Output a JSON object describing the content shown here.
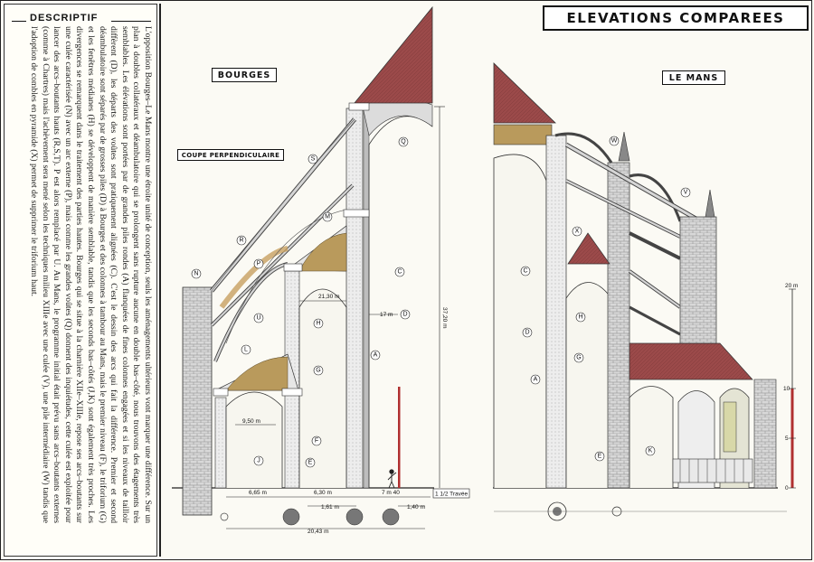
{
  "descriptif": {
    "title": "DESCRIPTIF",
    "text": "L'opposition Bourges–Le Mans montre une étroite unité de conception, seuls les aménagements ultérieurs vont marquer une différence. Sur un plan à doubles collatéraux et déambulatoire qui se prolongent sans rupture aucune en double bas–côté, nous trouvons des étagements très semblables. Les élévations sont portées par de grandes piles rondes (A) flanquées de fines colonnes engagées et si les niveaux de tailloir diffèrent (D), les départs des voûtes sont pratiquement alignées (C). C'est le dessin des arcs qui fait la différence. Premier et second déambulatoire sont séparés par de grosses piles (D) à Bourges et des colonnes à tambour au Mans, mais le premier niveau (F), le triforium (G) et les fenêtres médianes (H) se développent de manière semblable, tandis que les seconds bas–côtés (J,K) sont également très proches. Les divergences se remarquent dans le traitement des parties hautes. Bourges qui se situe à la charnière XIIe–XIIIe, repose ses arcs–boutants sur une culée caractérisée (N) avec un arc externe (P), mais comme les grandes voûtes (Q) donnent des inquiétudes, cette culée est exploitée pour lancer des arcs–boutants hauts (R,S,T). P est alors remplacé par U. Au Mans, le programme initial était prévu sans arcs–boutants externes (comme à Chartres) mais l'achèvement sera mené selon les techniques milieu XIIIe avec une culée (V), une pile intermédiaire (W) tandis que l'adoption de combles en pyramide (X) permet de supprimer le triforium haut."
  },
  "header": {
    "title": "ELEVATIONS COMPAREES"
  },
  "panels": {
    "bourges": {
      "title": "BOURGES",
      "subtitle": "COUPE PERPENDICULAIRE",
      "labels": [
        "Q",
        "S",
        "R",
        "M",
        "N",
        "P",
        "U",
        "L",
        "C",
        "H",
        "D",
        "G",
        "A",
        "F",
        "E",
        "J"
      ],
      "dims": {
        "height_total": "37,20 m",
        "nave_width": "21,30 m",
        "tailloir": "17 m",
        "aisle_height": "9,50 m",
        "span_1": "6,65 m",
        "span_2": "6,30 m",
        "span_3": "7 m 40",
        "bay": "1 1/2 Travée",
        "pier_1": "1,61 m",
        "pier_2": "1,40 m",
        "total_width": "20,43 m"
      }
    },
    "lemans": {
      "title": "LE MANS",
      "labels": [
        "W",
        "V",
        "C",
        "X",
        "D",
        "H",
        "G",
        "A",
        "E",
        "K"
      ]
    }
  },
  "scale": {
    "top": "20 m",
    "mid": "10",
    "low": "5",
    "zero": "0"
  },
  "colors": {
    "roof": "#9b4a4a",
    "vault": "#b99a5c",
    "stone": "#cfcfcf",
    "ink": "#1a1a1a"
  }
}
